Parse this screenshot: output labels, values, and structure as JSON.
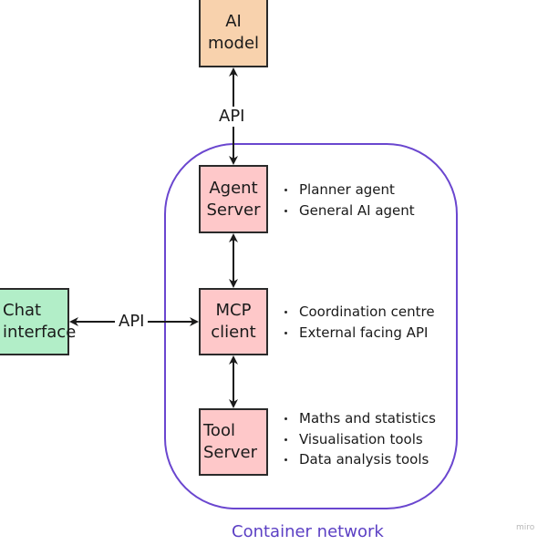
{
  "diagram": {
    "nodes": {
      "ai_model": {
        "lines": [
          "AI",
          "model"
        ],
        "color": "#f8d2ad"
      },
      "agent_server": {
        "lines": [
          "Agent",
          "Server"
        ],
        "color": "#fec8c9"
      },
      "mcp_client": {
        "lines": [
          "MCP",
          "client"
        ],
        "color": "#fec8c9"
      },
      "tool_server": {
        "lines": [
          "Tool",
          "Server"
        ],
        "color": "#fec8c9"
      },
      "chat_interface": {
        "lines": [
          "Chat",
          "interface"
        ],
        "color": "#b2eec8"
      }
    },
    "edges": {
      "ai_to_agent": {
        "from": "ai_model",
        "to": "agent_server",
        "label": "API",
        "bidirectional": true
      },
      "agent_to_mcp": {
        "from": "agent_server",
        "to": "mcp_client",
        "label": "",
        "bidirectional": true
      },
      "mcp_to_tool": {
        "from": "mcp_client",
        "to": "tool_server",
        "label": "",
        "bidirectional": true
      },
      "chat_to_mcp": {
        "from": "chat_interface",
        "to": "mcp_client",
        "label": "API",
        "bidirectional": true
      }
    },
    "annotations": {
      "agent_server": [
        "Planner agent",
        "General AI agent"
      ],
      "mcp_client": [
        "Coordination centre",
        "External facing API"
      ],
      "tool_server": [
        "Maths and statistics",
        "Visualisation tools",
        "Data analysis tools"
      ]
    },
    "group": {
      "label": "Container network",
      "color": "#6a46cf"
    },
    "watermark": "miro"
  }
}
